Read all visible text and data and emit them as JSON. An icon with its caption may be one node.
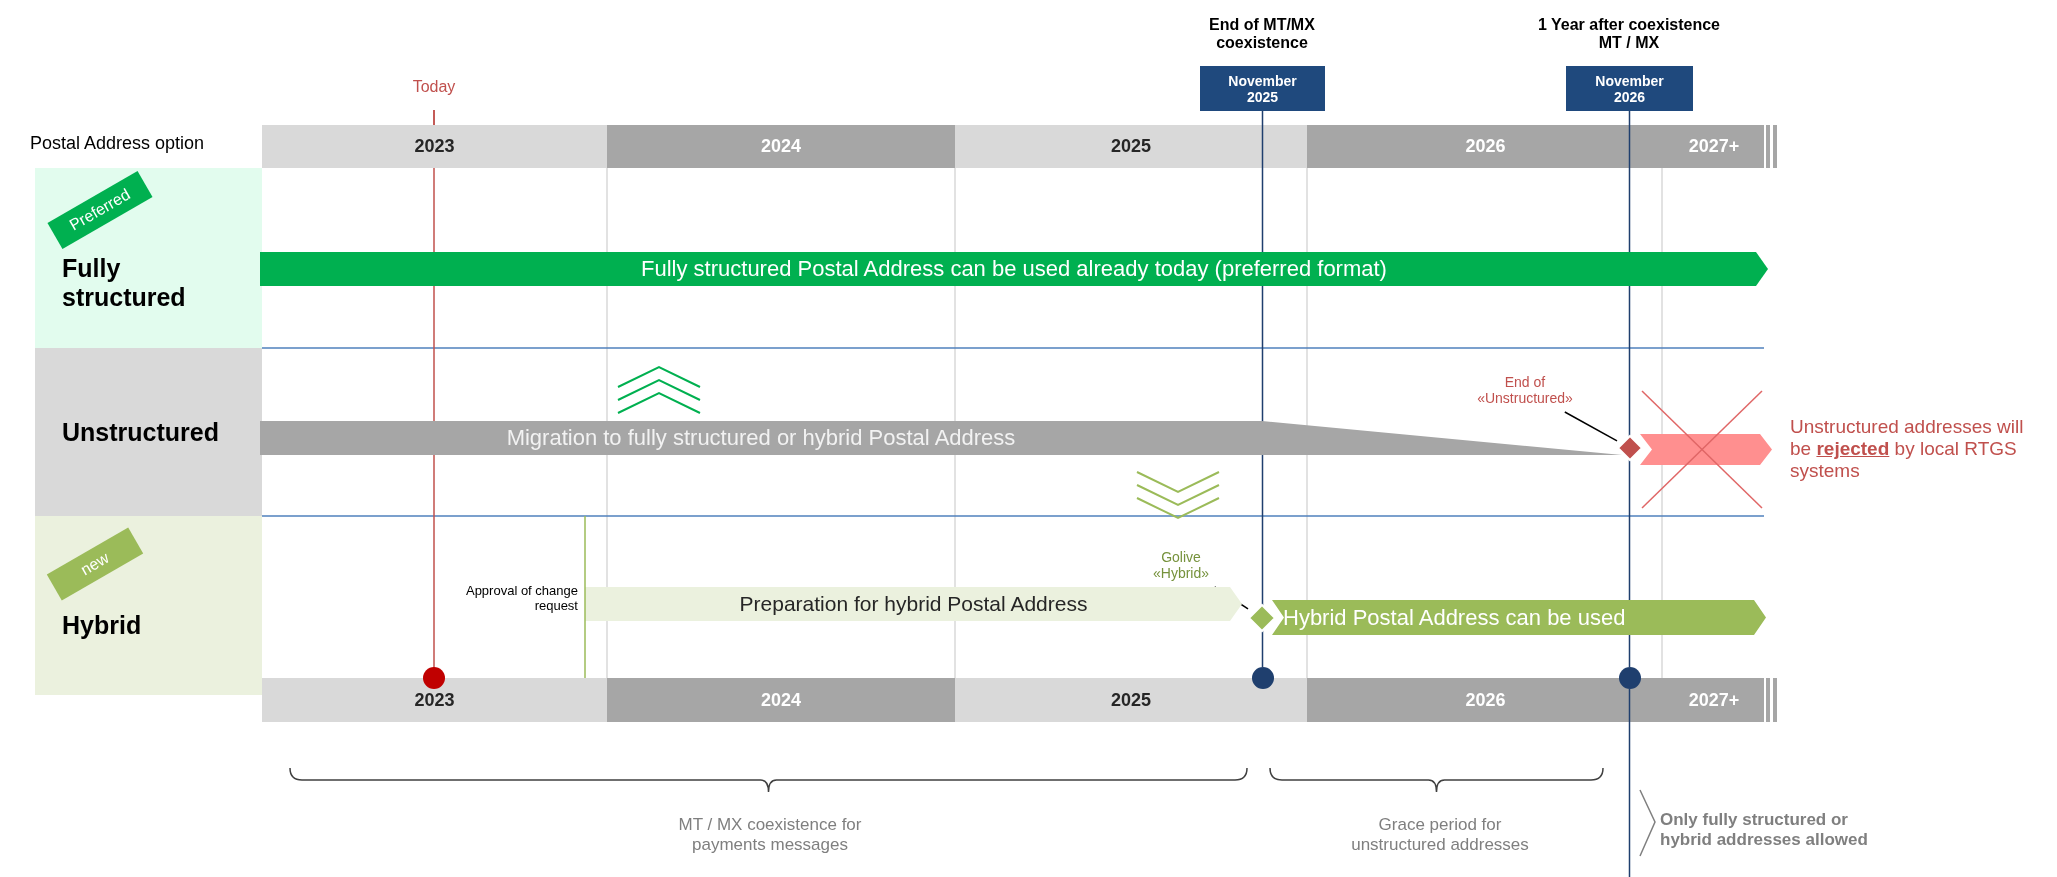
{
  "diagram": {
    "nodes": [
      {
        "text": [
          "Fully structured"
        ]
      },
      {
        "text": [
          "Preferred"
        ],
        "in": 0
      },
      {
        "text": [
          "Unstructured"
        ]
      },
      {
        "text": [
          "Hybrid"
        ]
      },
      {
        "text": [
          "new"
        ],
        "in": 3
      },
      {
        "text": [
          "November 2025"
        ],
        "beside": [
          "End of MT/MX coexistence"
        ]
      },
      {
        "text": [
          "November 2026"
        ],
        "beside": [
          "1 Year after coexistence MT / MX"
        ]
      },
      {
        "text": [
          "Fully structured Postal Address can be used already today (preferred format)"
        ]
      },
      {
        "text": [
          "Migration to fully structured or hybrid Postal Address"
        ]
      },
      {
        "text": [],
        "shape": "diamond"
      },
      {
        "text": [],
        "shape": "bar"
      },
      {
        "text": [
          "End of «Unstructured»"
        ]
      },
      {
        "text": [
          "Preparation for hybrid Postal Address"
        ],
        "beside": [
          "Approval of change request"
        ]
      },
      {
        "text": [],
        "shape": "diamond"
      },
      {
        "text": [
          "Hybrid Postal Address can be used"
        ]
      },
      {
        "text": [
          "Golive «Hybrid»"
        ]
      },
      {
        "text": [],
        "shape": "circle"
      },
      {
        "text": [],
        "shape": "circle"
      }
    ],
    "edges": [
      {
        "from": 11,
        "to": 9,
        "arrow": "none"
      },
      {
        "from": 15,
        "to": 13,
        "arrow": "none"
      },
      {
        "from": 5,
        "to": 16,
        "arrow": "none",
        "color": "#1f3f6e"
      },
      {
        "from": 6,
        "to": 17,
        "arrow": "none",
        "color": "#1f3f6e"
      }
    ],
    "labels": [
      "Today",
      "Postal Address option",
      "2023",
      "2024",
      "2025",
      "2026",
      "2027+",
      "Unstructured addresses will be **rejected** by local RTGS systems",
      "2023",
      "2024",
      "2025",
      "2026",
      "2027+",
      "MT / MX coexistence for payments messages",
      "Grace period for unstructured addresses",
      "Only fully structured or hybrid addresses allowed"
    ]
  }
}
